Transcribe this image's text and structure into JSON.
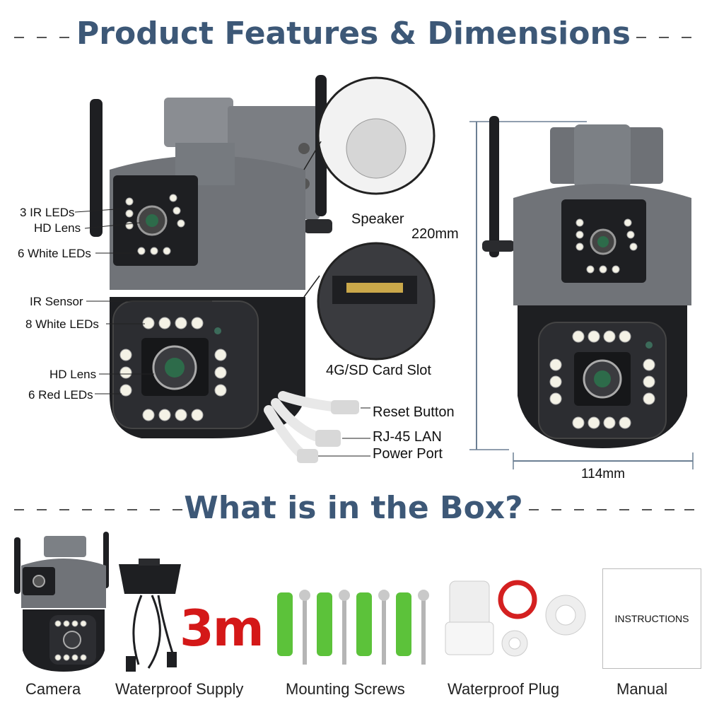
{
  "sections": {
    "features_title": "Product Features & Dimensions",
    "box_title": "What is in the Box?"
  },
  "callouts": {
    "ir_leds_3": "3 IR LEDs",
    "hd_lens_top": "HD Lens",
    "white_leds_6": "6 White LEDs",
    "ir_sensor": "IR Sensor",
    "white_leds_8": "8 White LEDs",
    "hd_lens_bottom": "HD Lens",
    "red_leds_6": "6 Red LEDs",
    "speaker": "Speaker",
    "card_slot": "4G/SD Card Slot",
    "reset_button": "Reset Button",
    "rj45": "RJ-45 LAN",
    "power_port": "Power Port"
  },
  "dimensions": {
    "height": "220mm",
    "width": "114mm"
  },
  "box_items": {
    "camera": "Camera",
    "supply": "Waterproof Supply",
    "screws": "Mounting Screws",
    "plug": "Waterproof Plug",
    "manual": "Manual",
    "cable_length": "3m",
    "manual_text": "INSTRUCTIONS"
  },
  "colors": {
    "title": "#3d5877",
    "camera_gray": "#6b6e73",
    "camera_black": "#1e1f22",
    "anchor_green": "#5cc23a",
    "cable_red": "#d41818",
    "dimension_line": "#6b7f93"
  }
}
